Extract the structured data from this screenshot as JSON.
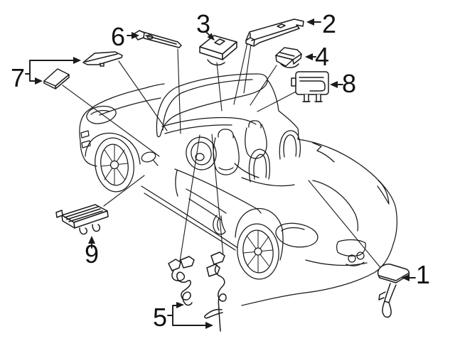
{
  "diagram": {
    "background_color": "#ffffff",
    "line_color": "#1a1a1a",
    "label_color": "#111111",
    "callouts": [
      {
        "label": "1"
      },
      {
        "label": "2"
      },
      {
        "label": "3"
      },
      {
        "label": "4"
      },
      {
        "label": "5"
      },
      {
        "label": "6"
      },
      {
        "label": "7"
      },
      {
        "label": "8"
      },
      {
        "label": "9"
      }
    ]
  }
}
